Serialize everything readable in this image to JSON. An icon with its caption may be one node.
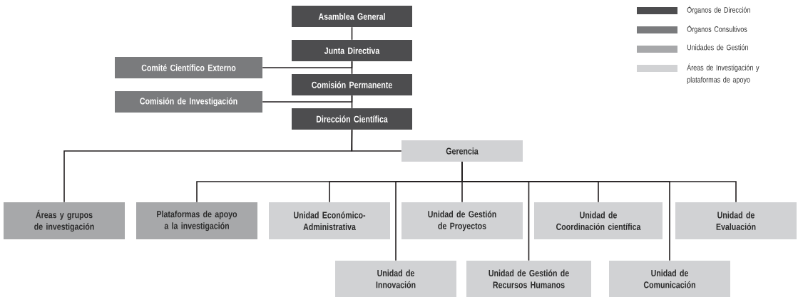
{
  "diagram": {
    "nodes": [
      {
        "text": [
          "Asamblea General"
        ]
      },
      {
        "text": [
          "Junta Directiva"
        ]
      },
      {
        "text": [
          "Comité Científico Externo"
        ]
      },
      {
        "text": [
          "Comisión Permanente"
        ]
      },
      {
        "text": [
          "Comisión de Investigación"
        ]
      },
      {
        "text": [
          "Dirección Científica"
        ]
      },
      {
        "text": [
          "Gerencia"
        ]
      },
      {
        "text": [
          "Áreas y grupos de investigación"
        ]
      },
      {
        "text": [
          "Plataformas de apoyo a la investigación"
        ]
      },
      {
        "text": [
          "Unidad Económico-Administrativa"
        ]
      },
      {
        "text": [
          "Unidad de Gestión de Proyectos"
        ]
      },
      {
        "text": [
          "Unidad de Coordinación científica"
        ]
      },
      {
        "text": [
          "Unidad de Evaluación"
        ]
      },
      {
        "text": [
          "Unidad de Innovación"
        ]
      },
      {
        "text": [
          "Unidad de Gestión de Recursos Humanos"
        ]
      },
      {
        "text": [
          "Unidad de Comunicación"
        ]
      }
    ],
    "edges": [
      {
        "from": 0,
        "to": 1,
        "arrow": "none"
      },
      {
        "from": 2,
        "to": 1,
        "arrow": "none"
      },
      {
        "from": 1,
        "to": 3,
        "arrow": "none"
      },
      {
        "from": 4,
        "to": 3,
        "arrow": "none"
      },
      {
        "from": 3,
        "to": 5,
        "arrow": "none"
      },
      {
        "from": 5,
        "to": 6,
        "arrow": "none"
      },
      {
        "from": 5,
        "to": 7,
        "arrow": "none"
      },
      {
        "from": 6,
        "to": 8,
        "arrow": "none"
      },
      {
        "from": 6,
        "to": 9,
        "arrow": "none"
      },
      {
        "from": 6,
        "to": 13,
        "arrow": "none"
      },
      {
        "from": 6,
        "to": 10,
        "arrow": "none"
      },
      {
        "from": 6,
        "to": 14,
        "arrow": "none"
      },
      {
        "from": 6,
        "to": 11,
        "arrow": "none"
      },
      {
        "from": 6,
        "to": 15,
        "arrow": "none"
      },
      {
        "from": 6,
        "to": 12,
        "arrow": "none"
      }
    ],
    "legend": [
      {
        "text": "Órganos de Dirección",
        "color": "#4d4d4f"
      },
      {
        "text": "Órganos Consultivos",
        "color": "#7a7b7d"
      },
      {
        "text": "Unidades de Gestión",
        "color": "#a7a8aa"
      },
      {
        "text": "Áreas de Investigación y plataformas de apoyo",
        "color": "#d1d2d4"
      }
    ]
  }
}
